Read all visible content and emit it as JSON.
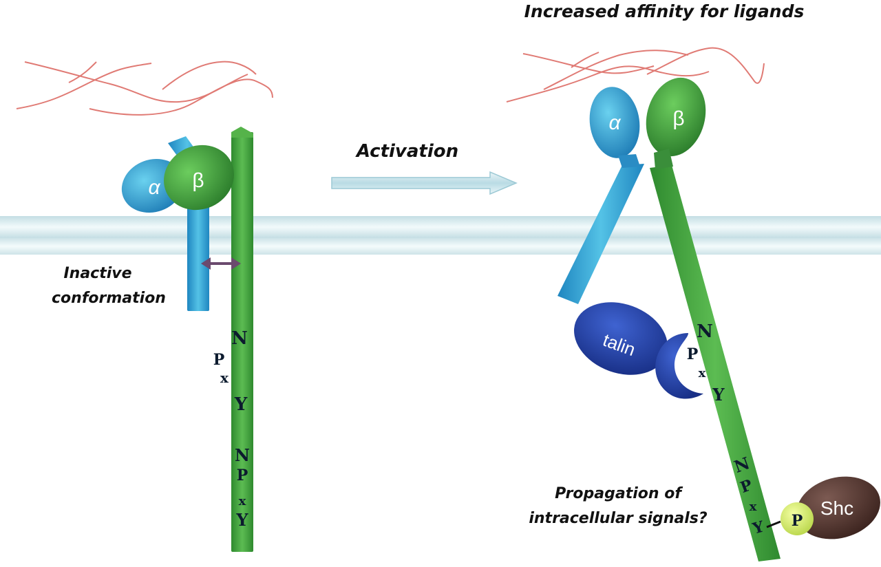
{
  "title": "Increased affinity for ligands",
  "arrow_label": "Activation",
  "inactive_label": [
    "Inactive",
    "conformation"
  ],
  "signal_label": [
    "Propagation of",
    "intracellular signals?"
  ],
  "subunit_alpha": "α",
  "subunit_beta": "β",
  "talin": "talin",
  "shc": "Shc",
  "phospho": "P",
  "motif_left": {
    "top": [
      "N",
      "P",
      "x",
      "Y"
    ],
    "bottom": [
      "N",
      "P",
      "x",
      "Y"
    ]
  },
  "motif_right": {
    "top": [
      "N",
      "P",
      "x",
      "Y"
    ],
    "bottom": [
      "N",
      "P",
      "x",
      "Y"
    ]
  },
  "colors": {
    "alpha": "#2f9fd6",
    "beta": "#3a9a3a",
    "talin": "#1f3fa8",
    "shc": "#4a2f2a",
    "ligand": "#e07a74",
    "membrane": "#d6eaee",
    "arrow": "#cfe6ec"
  }
}
